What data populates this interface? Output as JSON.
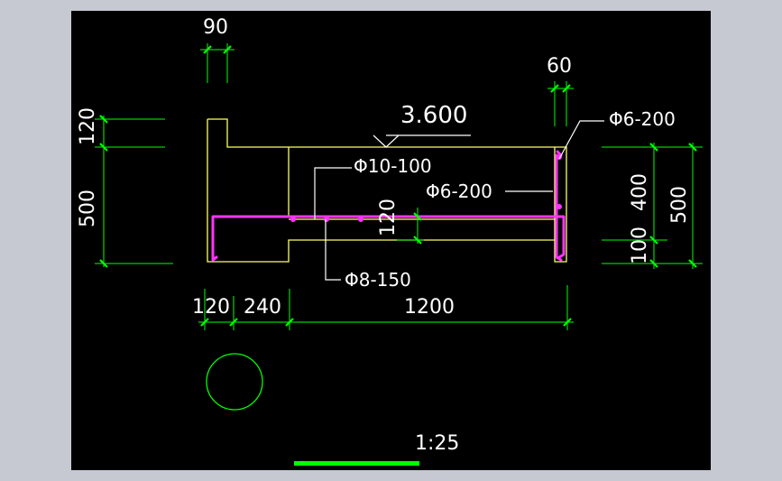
{
  "colors": {
    "background_outer": "#c6c9d1",
    "drawing_background": "#000000",
    "dimension_green": "#00ff00",
    "concrete_yellow": "#ffff66",
    "rebar_magenta": "#ff33ff",
    "text_white": "#ffffff"
  },
  "drawing": {
    "dims": {
      "top_90": "90",
      "top_60": "60",
      "left_120": "120",
      "left_500": "500",
      "right_400": "400",
      "right_500": "500",
      "right_100": "100",
      "bottom_120": "120",
      "bottom_240": "240",
      "bottom_1200": "1200",
      "mid_120": "120"
    },
    "elevation": "3.600",
    "rebar_labels": {
      "r1": "Φ6-200",
      "r2": "Φ10-100",
      "r3": "Φ6-200",
      "r4": "Φ8-150"
    },
    "scale": "1:25"
  }
}
